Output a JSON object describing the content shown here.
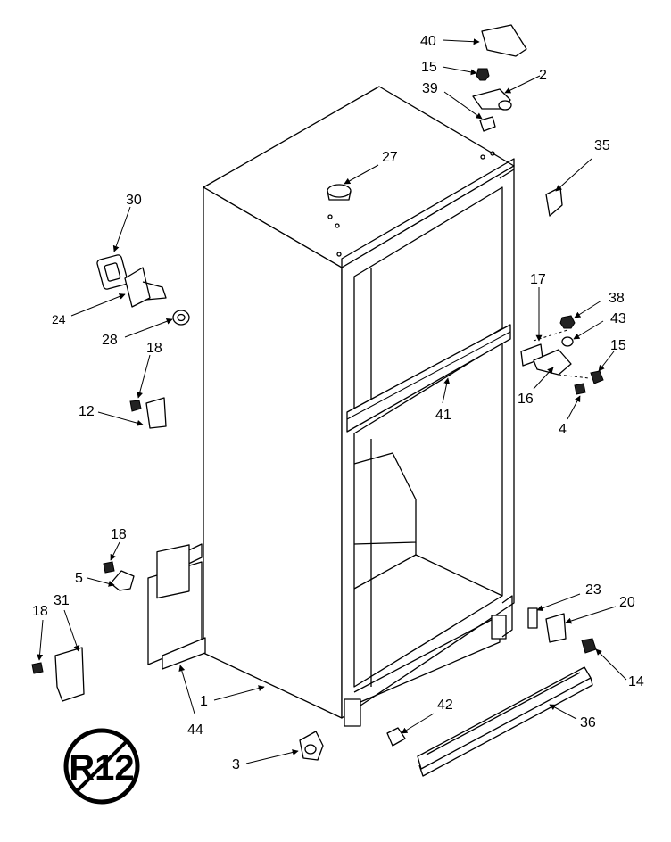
{
  "diagram": {
    "part_labels": [
      "40",
      "15",
      "2",
      "39",
      "35",
      "27",
      "30",
      "24",
      "28",
      "18",
      "12",
      "17",
      "38",
      "43",
      "15",
      "16",
      "41",
      "4",
      "18",
      "5",
      "31",
      "18",
      "1",
      "44",
      "3",
      "42",
      "36",
      "23",
      "20",
      "14"
    ],
    "logo_text": "R12",
    "colors": {
      "ink": "#000000",
      "paper": "#ffffff"
    }
  }
}
